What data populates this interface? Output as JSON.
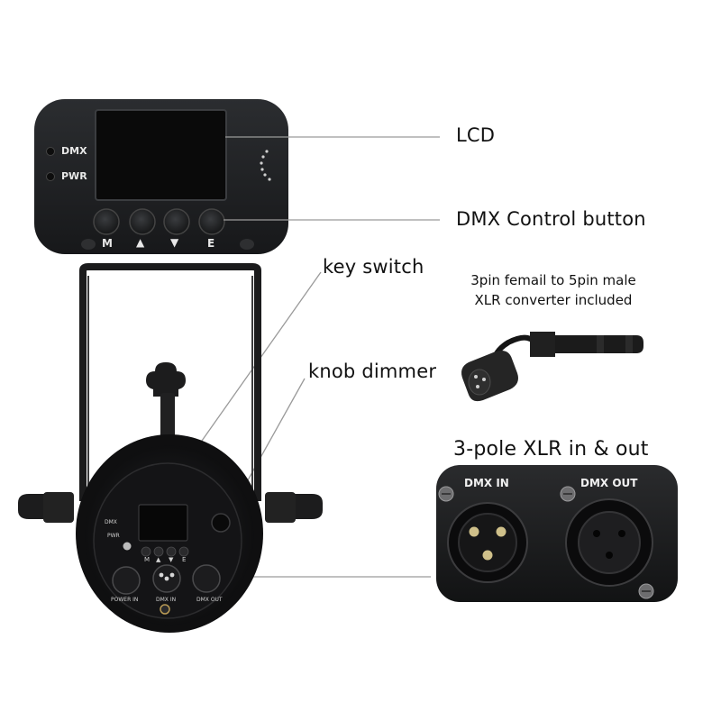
{
  "callouts": {
    "lcd": "LCD",
    "dmx_control_button": "DMX Control button",
    "key_switch": "key switch",
    "knob_dimmer": "knob dimmer",
    "xlr_in_out": "3-pole XLR in & out"
  },
  "converter_note": {
    "line1": "3pin femail to 5pin male",
    "line2": "XLR converter included"
  },
  "panel": {
    "indicators": [
      "DMX",
      "PWR"
    ],
    "buttons": [
      "M",
      "▲",
      "▼",
      "E"
    ]
  },
  "xlr_panel": {
    "in_label": "DMX IN",
    "out_label": "DMX OUT"
  },
  "fixture_rear": {
    "indicators": [
      "DMX",
      "PWR"
    ],
    "buttons": [
      "M",
      "▲",
      "▼",
      "E"
    ],
    "ports": [
      "POWER IN",
      "DMX IN",
      "DMX OUT"
    ]
  }
}
